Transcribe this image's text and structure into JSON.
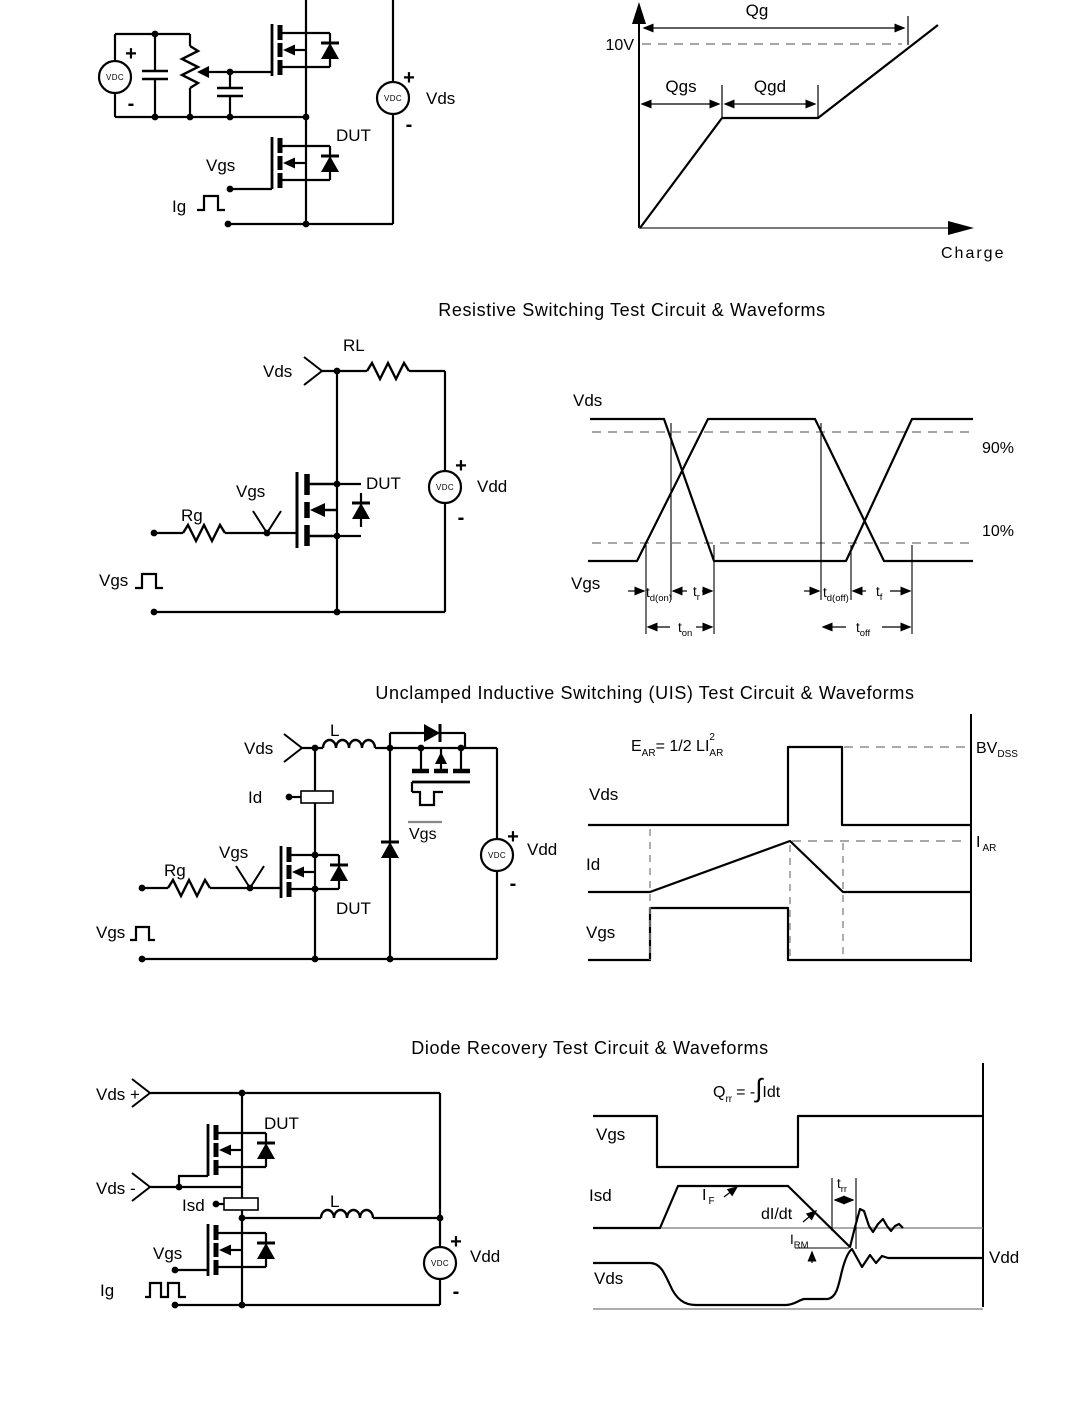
{
  "colors": {
    "background": "#ffffff",
    "ink": "#000000",
    "dash_gray": "#8a8a8a",
    "axis_gray": "#7a7a7a"
  },
  "figure_gate_charge": {
    "circuit": {
      "vdc": "VDC",
      "plus": "+",
      "minus": "-",
      "vds": "Vds",
      "dut": "DUT",
      "vgs": "Vgs",
      "ig": "Ig"
    },
    "plot": {
      "qg": "Qg",
      "v10": "10V",
      "qgs": "Qgs",
      "qgd": "Qgd",
      "xlabel": "Charge"
    }
  },
  "figure_resistive": {
    "title": "Resistive Switching Test Circuit & Waveforms",
    "circuit": {
      "rl": "RL",
      "vds": "Vds",
      "dut": "DUT",
      "vdc": "VDC",
      "plus": "+",
      "minus": "-",
      "vdd": "Vdd",
      "rg": "Rg",
      "vgs": "Vgs",
      "vgs_drive": "Vgs"
    },
    "plot": {
      "vds": "Vds",
      "vgs": "Vgs",
      "p90": "90%",
      "p10": "10%",
      "t": "t",
      "sub_d_on": "d(on)",
      "sub_r": "r",
      "sub_on": "on",
      "sub_d_off": "d(off)",
      "sub_f": "f",
      "sub_off": "off"
    }
  },
  "figure_uis": {
    "title": "Unclamped Inductive Switching (UIS) Test Circuit & Waveforms",
    "circuit": {
      "l": "L",
      "vds": "Vds",
      "id": "Id",
      "vgs_clamp": "Vgs",
      "vdc": "VDC",
      "plus": "+",
      "minus": "-",
      "vdd": "Vdd",
      "rg": "Rg",
      "vgs": "Vgs",
      "dut": "DUT",
      "vgs_drive": "Vgs"
    },
    "plot": {
      "e": "E",
      "e_sub": "AR",
      "e_eq": "= 1/2 LI",
      "e_sub2": "AR",
      "e_sup": "2",
      "vds": "Vds",
      "id": "Id",
      "vgs": "Vgs",
      "bv": "BV",
      "bv_sub": "DSS",
      "iar": "I",
      "iar_sub": "AR"
    }
  },
  "figure_diode_recovery": {
    "title": "Diode Recovery Test Circuit & Waveforms",
    "circuit": {
      "vds_plus": "Vds +",
      "dut": "DUT",
      "vds_minus": "Vds -",
      "isd": "Isd",
      "l": "L",
      "vgs": "Vgs",
      "ig": "Ig",
      "vdc": "VDC",
      "plus": "+",
      "minus": "-",
      "vdd": "Vdd"
    },
    "plot": {
      "q": "Q",
      "q_sub": "rr",
      "q_eq": "= -",
      "q_int": "∫",
      "q_idt": "Idt",
      "vgs": "Vgs",
      "isd": "Isd",
      "if": "I",
      "if_sub": "F",
      "didt": "dI/dt",
      "t": "t",
      "trr_sub": "rr",
      "irm": "I",
      "irm_sub": "RM",
      "vds": "Vds",
      "vdd": "Vdd"
    }
  }
}
